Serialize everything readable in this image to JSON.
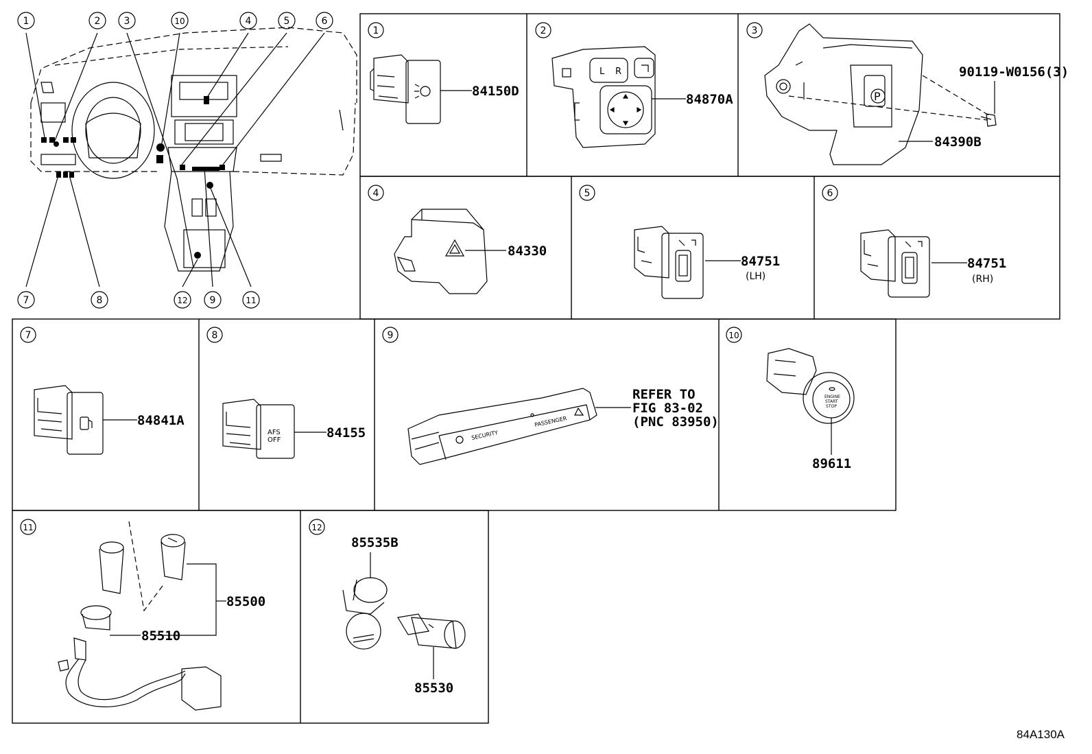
{
  "overview": {
    "callouts": [
      "1",
      "2",
      "3",
      "10",
      "4",
      "5",
      "6",
      "7",
      "8",
      "12",
      "9",
      "11"
    ]
  },
  "panels": [
    {
      "num": "1",
      "part": "84150D"
    },
    {
      "num": "2",
      "part": "84870A",
      "mirror_keys": [
        "L",
        "R"
      ]
    },
    {
      "num": "3",
      "part": "84390B",
      "bolt": "90119-W0156(3)",
      "icon_letter": "P"
    },
    {
      "num": "4",
      "part": "84330"
    },
    {
      "num": "5",
      "part": "84751",
      "side": "(LH)"
    },
    {
      "num": "6",
      "part": "84751",
      "side": "(RH)"
    },
    {
      "num": "7",
      "part": "84841A"
    },
    {
      "num": "8",
      "part": "84155",
      "switch_text": [
        "AFS",
        "OFF"
      ]
    },
    {
      "num": "9",
      "refer": [
        "REFER TO",
        "FIG 83-02",
        "(PNC 83950)"
      ],
      "labels": [
        "SECURITY",
        "PASSENGER"
      ]
    },
    {
      "num": "10",
      "part": "89611",
      "button_text": [
        "ENGINE",
        "START",
        "STOP"
      ]
    },
    {
      "num": "11",
      "parts": [
        "85500",
        "85510"
      ]
    },
    {
      "num": "12",
      "parts": [
        "85535B",
        "85530"
      ]
    }
  ],
  "diagram_id": "84A130A"
}
